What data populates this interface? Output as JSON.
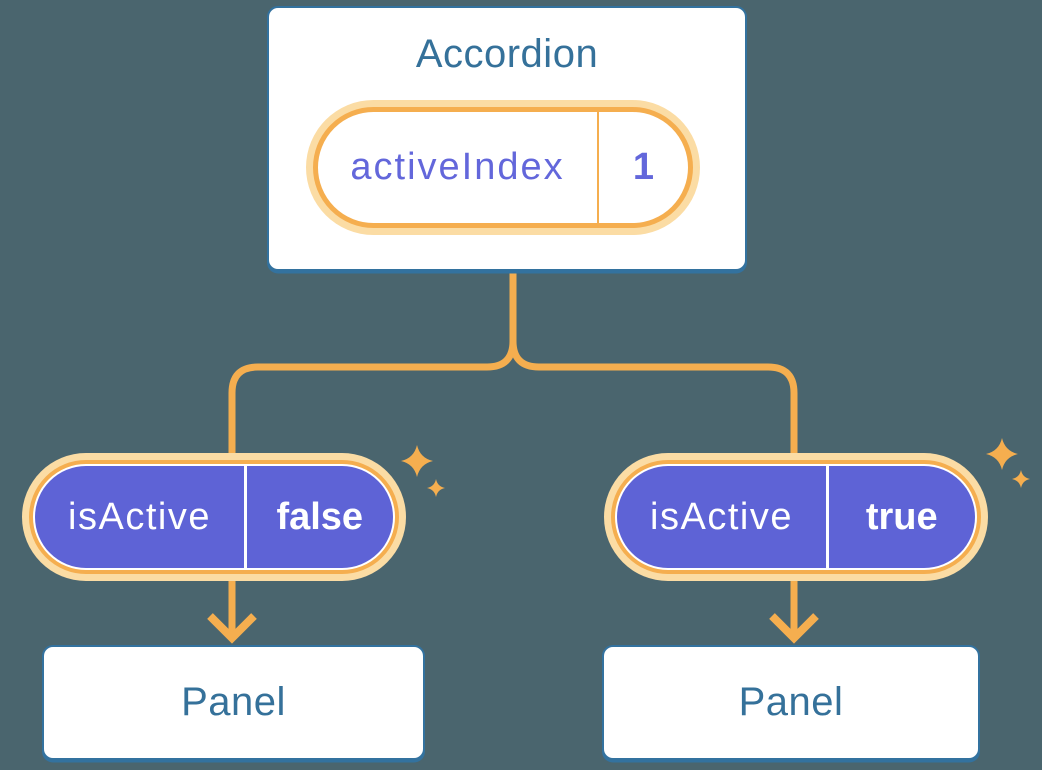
{
  "colors": {
    "background": "#4A656E",
    "card-bg": "#FFFFFF",
    "card-border": "#33729F",
    "heading-text": "#35719A",
    "orange": "#F5AE4F",
    "orange-glow": "#FBDCA4",
    "purple": "#5E63D6",
    "purple-text": "#6367DB",
    "white-text": "#FFFFFF"
  },
  "accordion": {
    "title": "Accordion",
    "state_pill": {
      "label": "activeIndex",
      "value": "1"
    }
  },
  "left_branch": {
    "prop_pill": {
      "label": "isActive",
      "value": "false"
    },
    "panel": {
      "title": "Panel"
    }
  },
  "right_branch": {
    "prop_pill": {
      "label": "isActive",
      "value": "true"
    },
    "panel": {
      "title": "Panel"
    }
  }
}
